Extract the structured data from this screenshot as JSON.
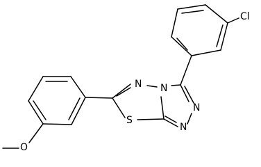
{
  "structure": {
    "atom_labels": {
      "chlorine": "Cl",
      "nitrogen_oxadiazole": "N",
      "nitrogen_bridge": "N",
      "nitrogen_triazole_upper": "N",
      "nitrogen_triazole_lower": "N",
      "sulfur": "S",
      "oxygen": "O"
    }
  }
}
